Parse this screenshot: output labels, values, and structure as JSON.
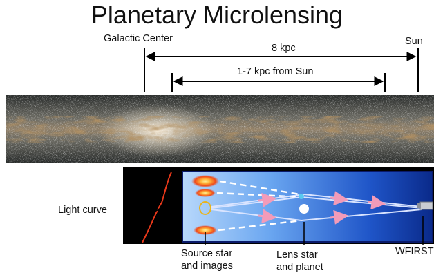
{
  "title": "Planetary Microlensing",
  "scale": {
    "galactic_center_label": "Galactic Center",
    "sun_label": "Sun",
    "distance_gc_label": "8 kpc",
    "distance_lens_label": "1-7 kpc from Sun"
  },
  "panel": {
    "light_curve_label": "Light curve",
    "source_label_line1": "Source star",
    "source_label_line2": "and images",
    "lens_label_line1": "Lens star",
    "lens_label_line2": "and planet",
    "telescope_label": "WFIRST"
  },
  "colors": {
    "arrow": "#000000",
    "light_curve": "#e8381a",
    "panel_blue_light": "#a9cdf6",
    "panel_blue_dark": "#0b2a8c",
    "ray_pink": "#f29bb9",
    "source_red": "#f04a18",
    "source_yellow": "#ffd54a",
    "planet_blue": "#59c9f0"
  }
}
